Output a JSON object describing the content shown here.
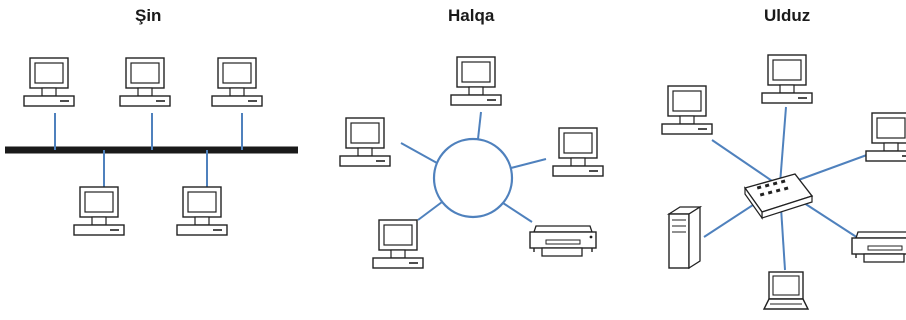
{
  "titles": {
    "bus": "Şin",
    "ring": "Halqa",
    "star": "Ulduz"
  },
  "colors": {
    "link": "#4f81bd",
    "bus_backbone": "#1a1a1a",
    "device_stroke": "#222222"
  },
  "icons": {
    "computer": "desktop-computer-icon",
    "printer": "printer-icon",
    "server": "server-tower-icon",
    "laptop": "laptop-icon",
    "hub": "hub-icon"
  }
}
